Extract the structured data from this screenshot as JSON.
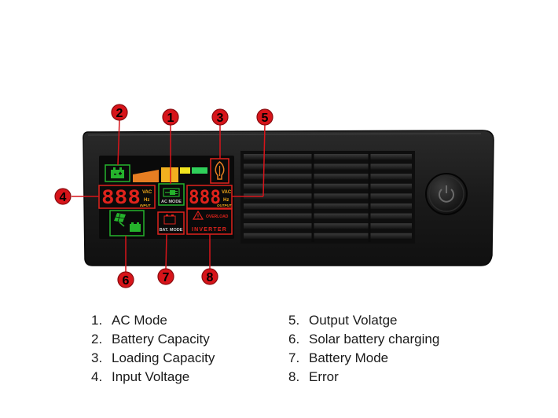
{
  "device": {
    "lcd": {
      "input_digits": "888",
      "input_unit_top": "VAC",
      "input_unit_bottom": "Hz",
      "input_caption": "INPUT",
      "output_digits": "888",
      "output_unit_top": "VAC",
      "output_unit_bottom": "Hz",
      "output_caption": "OUTPUT",
      "ac_mode_label": "AC MODE",
      "battery_mode_label": "BAT. MODE",
      "overload_label": "OVERLOAD",
      "inverter_label": "INVERTER"
    },
    "colors": {
      "body": "#1b1b1b",
      "lcd_background": "#0a0a0a",
      "red": "#e0231c",
      "green": "#25b32c",
      "yellow": "#f2a81a",
      "orange": "#e67e22",
      "callout_fill": "#d7141a"
    }
  },
  "callouts": [
    {
      "number": "1"
    },
    {
      "number": "2"
    },
    {
      "number": "3"
    },
    {
      "number": "4"
    },
    {
      "number": "5"
    },
    {
      "number": "6"
    },
    {
      "number": "7"
    },
    {
      "number": "8"
    }
  ],
  "legend": [
    {
      "number": "1.",
      "label": "AC Mode"
    },
    {
      "number": "2.",
      "label": "Battery Capacity"
    },
    {
      "number": "3.",
      "label": "Loading Capacity"
    },
    {
      "number": "4.",
      "label": "Input Voltage"
    },
    {
      "number": "5.",
      "label": "Output Volatge"
    },
    {
      "number": "6.",
      "label": "Solar battery charging"
    },
    {
      "number": "7.",
      "label": "Battery Mode"
    },
    {
      "number": "8.",
      "label": "Error"
    }
  ]
}
